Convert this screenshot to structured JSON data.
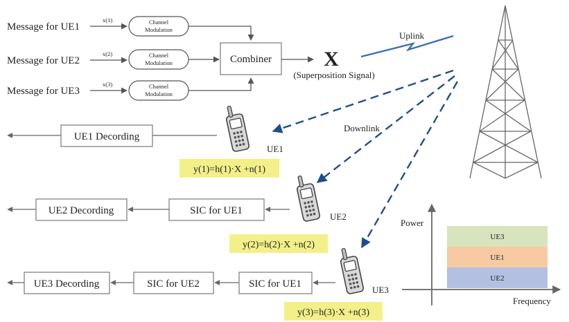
{
  "messages": [
    "Message for UE1",
    "Message for UE2",
    "Message for UE3"
  ],
  "signal_labels": [
    "x(1)",
    "x(2)",
    "x(3)"
  ],
  "modulation": {
    "line1": "Channel",
    "line2": "Modulation"
  },
  "combiner": "Combiner",
  "superposition": {
    "symbol": "X",
    "caption": "(Superposition Signal)"
  },
  "uplink": "Uplink",
  "downlink": "Downlink",
  "ue_labels": [
    "UE1",
    "UE2",
    "UE3"
  ],
  "decoders": [
    "UE1 Decording",
    "UE2 Decording",
    "UE3 Decording"
  ],
  "sic": {
    "ue2_row": [
      "SIC for UE1"
    ],
    "ue3_row": [
      "SIC for UE2",
      "SIC for UE1"
    ]
  },
  "equations": [
    "y(1)=h(1)·X +n(1)",
    "y(2)=h(2)·X +n(2)",
    "y(3)=h(3)·X +n(3)"
  ],
  "power_chart": {
    "y_axis": "Power",
    "x_axis": "Frequency",
    "bars": [
      {
        "label": "UE3",
        "color": "#d7e4bd"
      },
      {
        "label": "UE1",
        "color": "#f7caa4"
      },
      {
        "label": "UE2",
        "color": "#b4c0e2"
      }
    ]
  },
  "colors": {
    "downlink_arrow": "#1f4e8c",
    "equation_bg": "#f3f089",
    "phone_body": "#d9d9d9"
  }
}
